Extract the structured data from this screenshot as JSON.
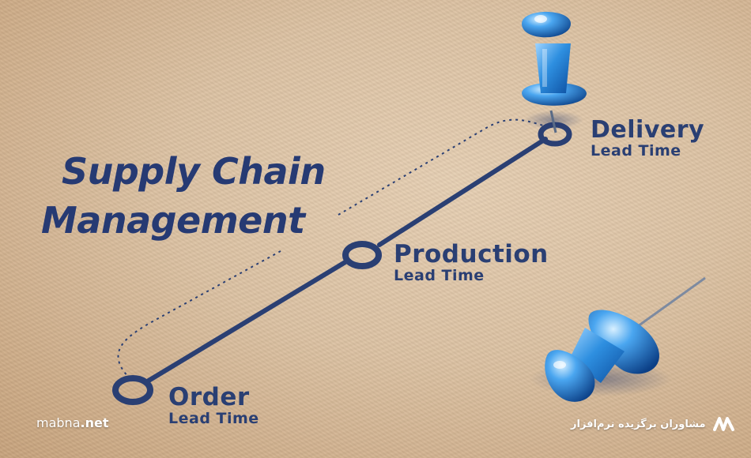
{
  "headline": {
    "line1": "Supply Chain",
    "line2": "Management"
  },
  "milestones": {
    "delivery": {
      "title": "Delivery",
      "subtitle": "Lead Time"
    },
    "production": {
      "title": "Production",
      "subtitle": "Lead Time"
    },
    "order": {
      "title": "Order",
      "subtitle": "Lead Time"
    }
  },
  "watermark": {
    "site_name": "mabna",
    "site_tld": ".net",
    "brand_text": "مشاوران برگزیده نرم‌افزار"
  },
  "colors": {
    "ink": "#2a3f73",
    "paper": "#dcc2a3",
    "pin": "#2e8fe0"
  },
  "icons": [
    "push-pin-icon",
    "push-pin-icon",
    "mabna-logo-icon"
  ]
}
